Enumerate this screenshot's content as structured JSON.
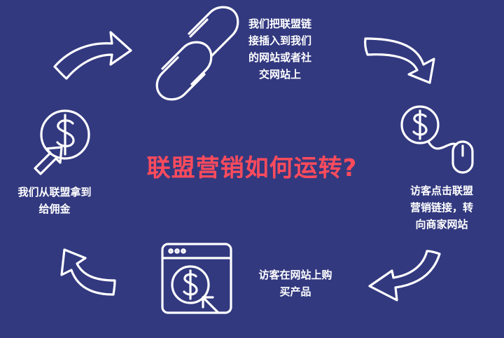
{
  "title": "联盟营销如何运转?",
  "colors": {
    "background": "#32397f",
    "title": "#ff4b5c",
    "stroke": "#ffffff"
  },
  "steps": [
    {
      "lines": [
        "我们把联盟链",
        "接插入到我们",
        "的网站或者社",
        "交网站上"
      ],
      "icon": "chain-link-icon"
    },
    {
      "lines": [
        "访客点击联盟",
        "营销链接，转",
        "向商家网站"
      ],
      "icon": "dollar-mouse-icon"
    },
    {
      "lines": [
        "访客在网站上购",
        "买产品"
      ],
      "icon": "dollar-browser-icon"
    },
    {
      "lines": [
        "我们从联盟拿到",
        "给佣金"
      ],
      "icon": "dollar-cursor-icon"
    }
  ]
}
